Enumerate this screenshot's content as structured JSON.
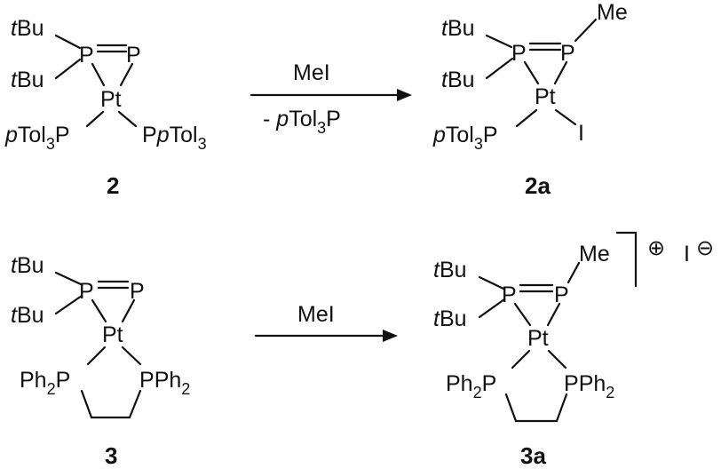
{
  "reactions": [
    {
      "reagent": "MeI",
      "byproduct": {
        "dash": "- ",
        "p": "p",
        "tol": "Tol",
        "sub": "3",
        "P": "P"
      },
      "reactant": {
        "number": "2",
        "tBu_top": {
          "t": "t",
          "bu": "Bu"
        },
        "tBu_bottom": {
          "t": "t",
          "bu": "Bu"
        },
        "P1": "P",
        "P2": "P",
        "Pt": "Pt",
        "ligand_left": {
          "p": "p",
          "tol": "Tol",
          "sub": "3",
          "P": "P"
        },
        "ligand_right": {
          "P": "P",
          "p": "p",
          "tol": "Tol",
          "sub": "3"
        }
      },
      "product": {
        "number": "2a",
        "tBu_top": {
          "t": "t",
          "bu": "Bu"
        },
        "tBu_bottom": {
          "t": "t",
          "bu": "Bu"
        },
        "P1": "P",
        "P2": "P",
        "Pt": "Pt",
        "Me": "Me",
        "I": "I",
        "ligand_left": {
          "p": "p",
          "tol": "Tol",
          "sub": "3",
          "P": "P"
        }
      }
    },
    {
      "reagent": "MeI",
      "reactant": {
        "number": "3",
        "tBu_top": {
          "t": "t",
          "bu": "Bu"
        },
        "tBu_bottom": {
          "t": "t",
          "bu": "Bu"
        },
        "P1": "P",
        "P2": "P",
        "Pt": "Pt",
        "ligand_left": {
          "ph": "Ph",
          "sub": "2",
          "P": "P"
        },
        "ligand_right": {
          "P": "P",
          "ph": "Ph",
          "sub": "2"
        }
      },
      "product": {
        "number": "3a",
        "tBu_top": {
          "t": "t",
          "bu": "Bu"
        },
        "tBu_bottom": {
          "t": "t",
          "bu": "Bu"
        },
        "P1": "P",
        "P2": "P",
        "Pt": "Pt",
        "Me": "Me",
        "ligand_left": {
          "ph": "Ph",
          "sub": "2",
          "P": "P"
        },
        "ligand_right": {
          "P": "P",
          "ph": "Ph",
          "sub": "2"
        },
        "charge": "⊕",
        "counterion": "I",
        "counterion_charge": "⊖"
      }
    }
  ]
}
